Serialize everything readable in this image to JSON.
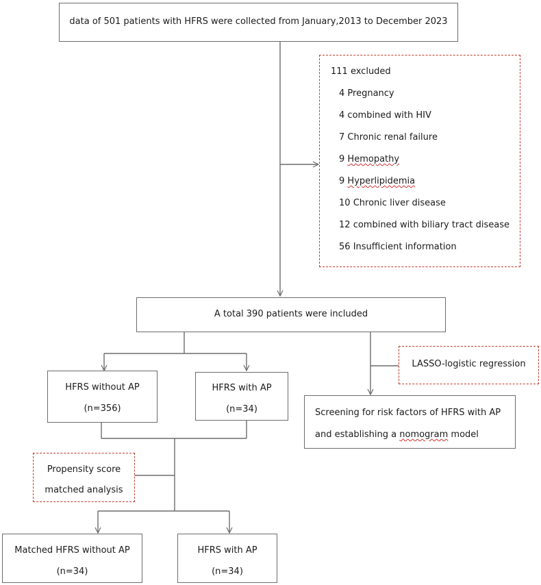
{
  "top_box": "data of 501 patients with HFRS were collected from January,2013 to December 2023",
  "excluded": {
    "title": "111 excluded",
    "items": [
      {
        "count": "4",
        "reason": "Pregnancy"
      },
      {
        "count": "4",
        "reason": "combined with HIV"
      },
      {
        "count": "7",
        "reason": "Chronic renal failure"
      },
      {
        "count": "9",
        "reason": "Hemopathy"
      },
      {
        "count": "9",
        "reason": "Hyperlipidemia"
      },
      {
        "count": "10",
        "reason": "Chronic liver disease"
      },
      {
        "count": "12",
        "reason": "combined with biliary tract disease"
      },
      {
        "count": "56",
        "reason": "Insufficient information"
      }
    ]
  },
  "included_box": "A total 390 patients were included",
  "without_ap": {
    "label": "HFRS without AP",
    "n": "(n=356)"
  },
  "with_ap": {
    "label": "HFRS with AP",
    "n": "(n=34)"
  },
  "lasso_box": "LASSO-logistic regression",
  "screening_box": {
    "line1": "Screening for risk factors of HFRS with AP",
    "line2_prefix": "and establishing a ",
    "line2_word": "nomogram",
    "line2_suffix": " model"
  },
  "psm_box": {
    "line1": "Propensity score",
    "line2": "matched analysis"
  },
  "matched_without": {
    "label": "Matched HFRS without AP",
    "n": "(n=34)"
  },
  "matched_with": {
    "label": "HFRS with AP",
    "n": "(n=34)"
  },
  "colors": {
    "box_border": "#6b6b6b",
    "dashed_border": "#c0392b",
    "connector": "#6b6b6b"
  }
}
